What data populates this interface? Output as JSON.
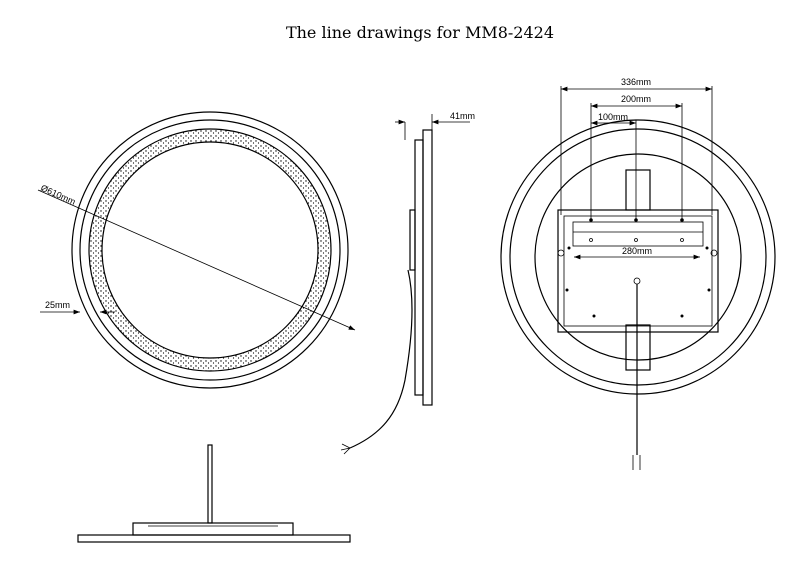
{
  "title": "The line drawings for MM8-2424",
  "front_view": {
    "diameter_label": "Ø610mm",
    "border_label": "25mm"
  },
  "side_view": {
    "depth_label": "41mm"
  },
  "back_view": {
    "width_336_label": "336mm",
    "width_200_label": "200mm",
    "width_100_label": "100mm",
    "width_280_label": "280mm"
  }
}
